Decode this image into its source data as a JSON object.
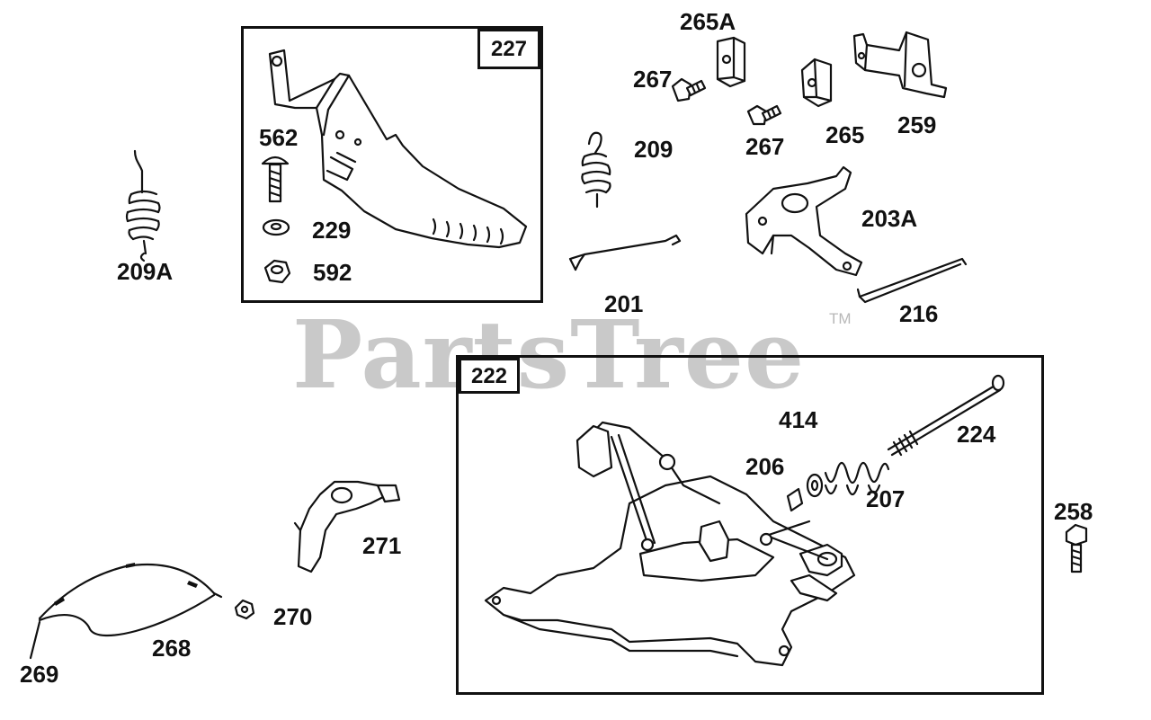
{
  "watermark": {
    "text": "PartsTree",
    "trademark": "TM"
  },
  "groups": [
    {
      "id": "227",
      "label": "227"
    },
    {
      "id": "222",
      "label": "222"
    }
  ],
  "parts": {
    "p227": "227",
    "p562": "562",
    "p229": "229",
    "p592": "592",
    "p209A": "209A",
    "p209": "209",
    "p201": "201",
    "p265A": "265A",
    "p267a": "267",
    "p267b": "267",
    "p265": "265",
    "p259": "259",
    "p203A": "203A",
    "p216": "216",
    "p414": "414",
    "p224": "224",
    "p206": "206",
    "p207": "207",
    "p258": "258",
    "p271": "271",
    "p270": "270",
    "p268": "268",
    "p269": "269"
  },
  "colors": {
    "ink": "#111111",
    "watermark": "#c9c9c9",
    "background": "#ffffff"
  }
}
